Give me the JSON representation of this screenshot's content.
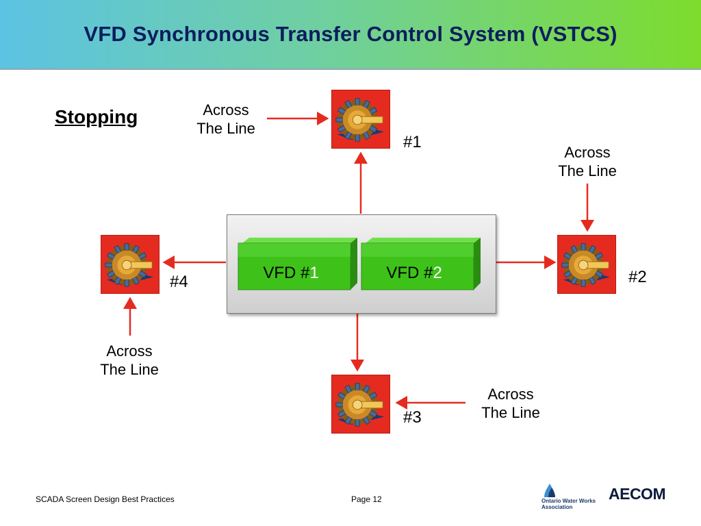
{
  "header": {
    "title": "VFD Synchronous Transfer Control System (VSTCS)"
  },
  "subtitle": "Stopping",
  "colors": {
    "accent_red": "#e52b20",
    "vfd_green": "#3ec21a",
    "arrow_red": "#e52b20"
  },
  "motors": [
    {
      "number": "#1",
      "across_line_l1": "Across",
      "across_line_l2": "The Line"
    },
    {
      "number": "#2",
      "across_line_l1": "Across",
      "across_line_l2": "The Line"
    },
    {
      "number": "#3",
      "across_line_l1": "Across",
      "across_line_l2": "The Line"
    },
    {
      "number": "#4",
      "across_line_l1": "Across",
      "across_line_l2": "The Line"
    }
  ],
  "vfds": [
    {
      "prefix": "VFD #",
      "number": "1"
    },
    {
      "prefix": "VFD #",
      "number": "2"
    }
  ],
  "footer": {
    "left": "SCADA Screen Design Best Practices",
    "page": "Page 12",
    "logo_owwa_l1": "Ontario Water Works",
    "logo_owwa_l2": "Association",
    "logo_aecom": "AECOM"
  },
  "icons": {
    "motor": "electric-motor-icon",
    "owwa": "water-drop-logo"
  }
}
